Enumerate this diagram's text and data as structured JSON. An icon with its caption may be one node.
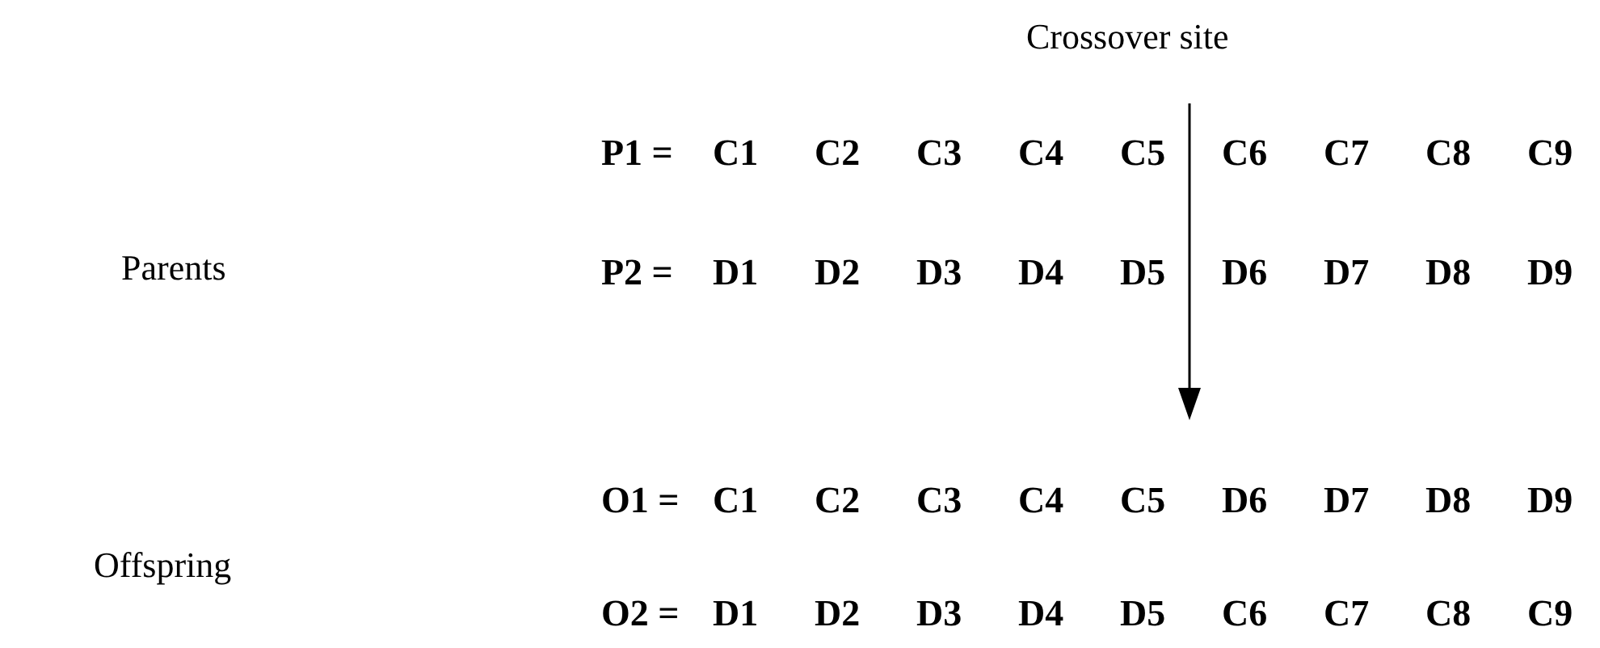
{
  "diagram": {
    "labels": [
      "Crossover site",
      "P1 =",
      "C1",
      "C2",
      "C3",
      "C4",
      "C5",
      "C6",
      "C7",
      "C8",
      "C9",
      "Parents",
      "P2 =",
      "D1",
      "D2",
      "D3",
      "D4",
      "D5",
      "D6",
      "D7",
      "D8",
      "D9",
      "O1 =",
      "C1",
      "C2",
      "C3",
      "C4",
      "C5",
      "D6",
      "D7",
      "D8",
      "D9",
      "Offspring",
      "O2 =",
      "D1",
      "D2",
      "D3",
      "D4",
      "D5",
      "C6",
      "C7",
      "C8",
      "C9"
    ]
  }
}
